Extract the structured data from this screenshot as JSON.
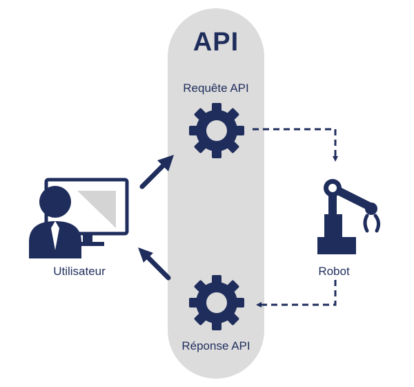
{
  "diagram": {
    "title": "API",
    "request_label": "Requête API",
    "response_label": "Réponse API",
    "user_label": "Utilisateur",
    "robot_label": "Robot"
  },
  "colors": {
    "navy": "#1f2d5c",
    "panel": "#dcdcdc",
    "screen_shade": "#d4d4d4"
  },
  "icons": [
    "gear-icon",
    "user-icon",
    "monitor-icon",
    "robot-arm-icon",
    "arrow-up-right-icon",
    "arrow-up-left-icon"
  ]
}
